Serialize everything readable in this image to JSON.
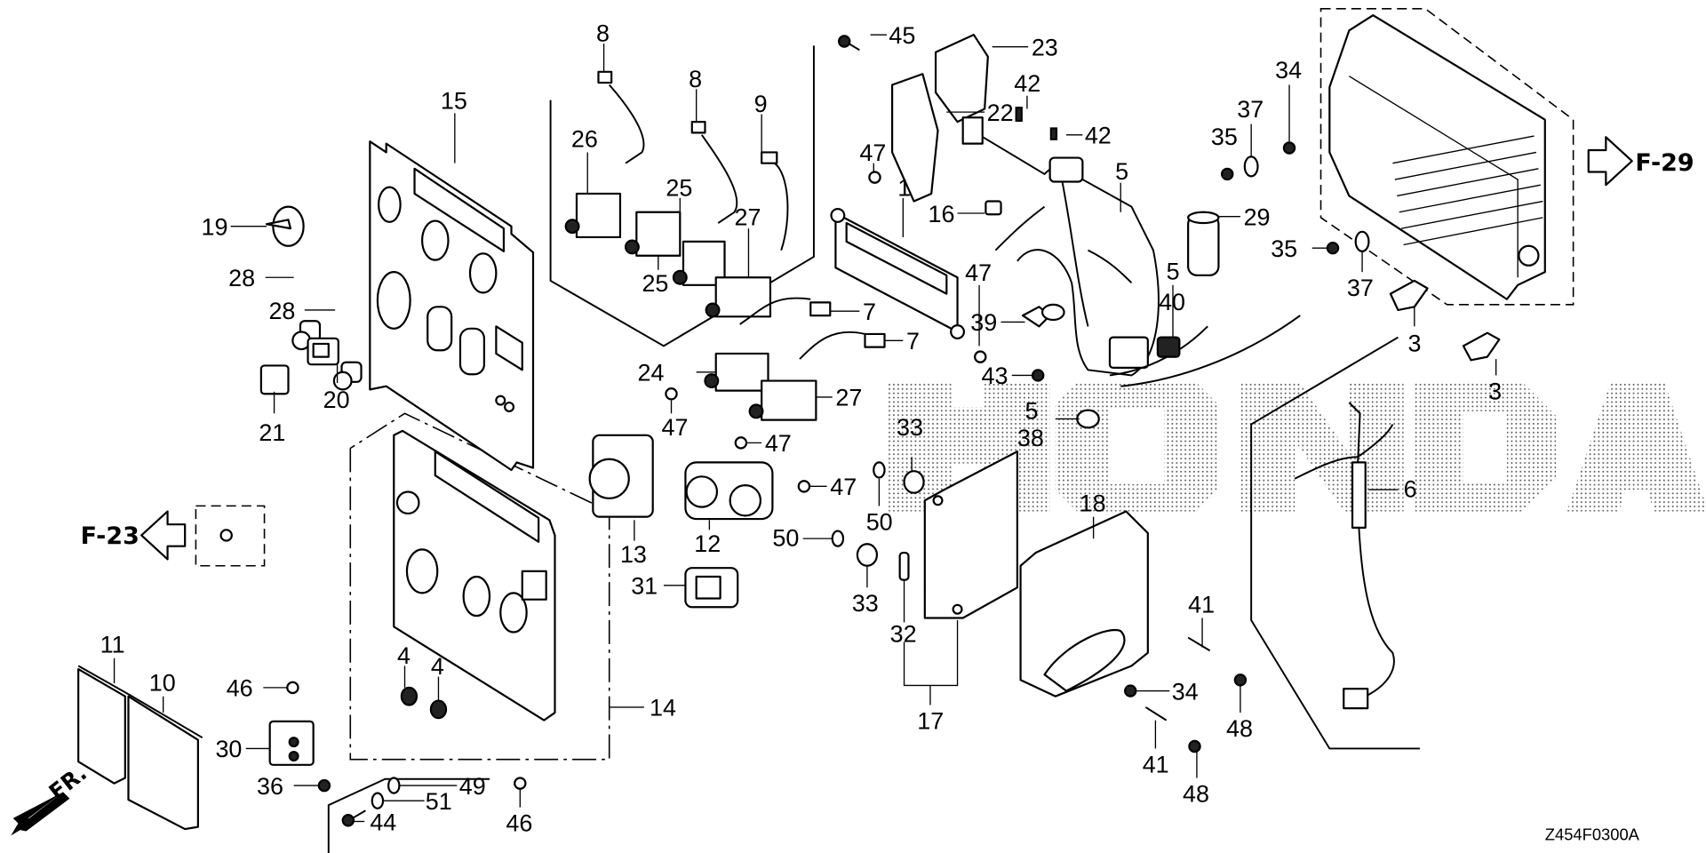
{
  "diagram": {
    "title_code": "Z454F0300A",
    "watermark": "HONDA",
    "front_indicator": "FR.",
    "references": {
      "left": "F-23",
      "right": "F-29"
    },
    "callouts": [
      {
        "id": "c1",
        "label": "1"
      },
      {
        "id": "c3a",
        "label": "3"
      },
      {
        "id": "c3b",
        "label": "3"
      },
      {
        "id": "c4a",
        "label": "4"
      },
      {
        "id": "c4b",
        "label": "4"
      },
      {
        "id": "c5a",
        "label": "5"
      },
      {
        "id": "c5b",
        "label": "5"
      },
      {
        "id": "c5c",
        "label": "5"
      },
      {
        "id": "c6",
        "label": "6"
      },
      {
        "id": "c7a",
        "label": "7"
      },
      {
        "id": "c7b",
        "label": "7"
      },
      {
        "id": "c8a",
        "label": "8"
      },
      {
        "id": "c8b",
        "label": "8"
      },
      {
        "id": "c9",
        "label": "9"
      },
      {
        "id": "c10",
        "label": "10"
      },
      {
        "id": "c11",
        "label": "11"
      },
      {
        "id": "c12",
        "label": "12"
      },
      {
        "id": "c13",
        "label": "13"
      },
      {
        "id": "c14",
        "label": "14"
      },
      {
        "id": "c15",
        "label": "15"
      },
      {
        "id": "c16",
        "label": "16"
      },
      {
        "id": "c17",
        "label": "17"
      },
      {
        "id": "c18",
        "label": "18"
      },
      {
        "id": "c19",
        "label": "19"
      },
      {
        "id": "c20",
        "label": "20"
      },
      {
        "id": "c21",
        "label": "21"
      },
      {
        "id": "c22",
        "label": "22"
      },
      {
        "id": "c23",
        "label": "23"
      },
      {
        "id": "c24",
        "label": "24"
      },
      {
        "id": "c25a",
        "label": "25"
      },
      {
        "id": "c25b",
        "label": "25"
      },
      {
        "id": "c26",
        "label": "26"
      },
      {
        "id": "c27a",
        "label": "27"
      },
      {
        "id": "c27b",
        "label": "27"
      },
      {
        "id": "c28a",
        "label": "28"
      },
      {
        "id": "c28b",
        "label": "28"
      },
      {
        "id": "c29",
        "label": "29"
      },
      {
        "id": "c30",
        "label": "30"
      },
      {
        "id": "c31",
        "label": "31"
      },
      {
        "id": "c32",
        "label": "32"
      },
      {
        "id": "c33a",
        "label": "33"
      },
      {
        "id": "c33b",
        "label": "33"
      },
      {
        "id": "c34a",
        "label": "34"
      },
      {
        "id": "c34b",
        "label": "34"
      },
      {
        "id": "c35a",
        "label": "35"
      },
      {
        "id": "c35b",
        "label": "35"
      },
      {
        "id": "c36",
        "label": "36"
      },
      {
        "id": "c37a",
        "label": "37"
      },
      {
        "id": "c37b",
        "label": "37"
      },
      {
        "id": "c38",
        "label": "38"
      },
      {
        "id": "c39",
        "label": "39"
      },
      {
        "id": "c40",
        "label": "40"
      },
      {
        "id": "c41a",
        "label": "41"
      },
      {
        "id": "c41b",
        "label": "41"
      },
      {
        "id": "c42a",
        "label": "42"
      },
      {
        "id": "c42b",
        "label": "42"
      },
      {
        "id": "c43",
        "label": "43"
      },
      {
        "id": "c44",
        "label": "44"
      },
      {
        "id": "c45",
        "label": "45"
      },
      {
        "id": "c46a",
        "label": "46"
      },
      {
        "id": "c46b",
        "label": "46"
      },
      {
        "id": "c47a",
        "label": "47"
      },
      {
        "id": "c47b",
        "label": "47"
      },
      {
        "id": "c47c",
        "label": "47"
      },
      {
        "id": "c47d",
        "label": "47"
      },
      {
        "id": "c47e",
        "label": "47"
      },
      {
        "id": "c48a",
        "label": "48"
      },
      {
        "id": "c48b",
        "label": "48"
      },
      {
        "id": "c49",
        "label": "49"
      },
      {
        "id": "c50a",
        "label": "50"
      },
      {
        "id": "c50b",
        "label": "50"
      },
      {
        "id": "c51",
        "label": "51"
      }
    ]
  }
}
